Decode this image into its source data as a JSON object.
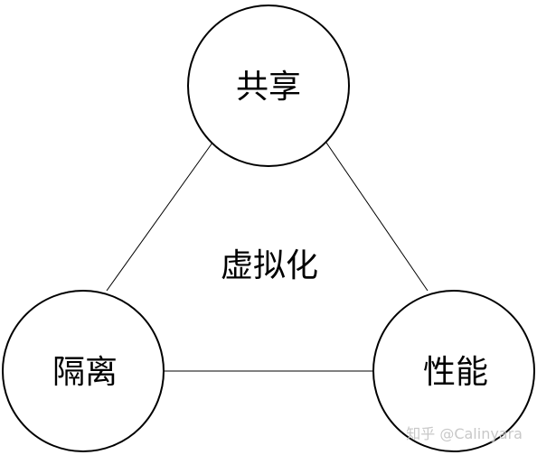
{
  "diagram": {
    "center_label": "虚拟化",
    "nodes": {
      "top": "共享",
      "left": "隔离",
      "right": "性能"
    },
    "watermark": "知乎 @Calinyara"
  },
  "colors": {
    "stroke": "#000000",
    "background": "#ffffff",
    "watermark": "#c8c8c8"
  }
}
